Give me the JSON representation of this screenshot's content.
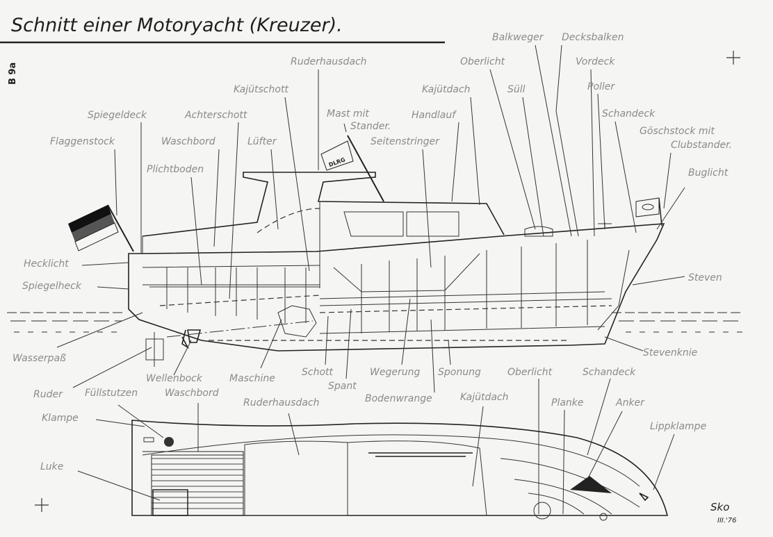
{
  "title": "Schnitt einer Motoryacht (Kreuzer).",
  "sheet_code": "B 9a",
  "flag_badge": "DLRG",
  "signature": "Sko",
  "signature_date": "III.'76",
  "side_view_labels": {
    "ruderhausdach": "Ruderhausdach",
    "kajuetschott": "Kajütschott",
    "spiegeldeck": "Spiegeldeck",
    "achterschott": "Achterschott",
    "mast_1": "Mast mit",
    "mast_2": "Stander.",
    "handlauf": "Handlauf",
    "kajuetdach": "Kajütdach",
    "oberlicht": "Oberlicht",
    "suell": "Süll",
    "balkweger": "Balkweger",
    "decksbalken": "Decksbalken",
    "vordeck": "Vordeck",
    "poller": "Poller",
    "schandeck": "Schandeck",
    "goeschstock_1": "Göschstock mit",
    "goeschstock_2": "Clubstander.",
    "buglicht": "Buglicht",
    "flaggenstock": "Flaggenstock",
    "waschbord": "Waschbord",
    "luefter": "Lüfter",
    "seitenstringer": "Seitenstringer",
    "plichtboden": "Plichtboden",
    "hecklicht": "Hecklicht",
    "spiegelheck": "Spiegelheck",
    "steven": "Steven",
    "wasserpass": "Wasserpaß",
    "stevenknie": "Stevenknie",
    "wellenbock": "Wellenbock",
    "maschine": "Maschine",
    "schott": "Schott",
    "spant": "Spant",
    "wegerung": "Wegerung",
    "sponung": "Sponung",
    "bodenwrange": "Bodenwrange",
    "ruder": "Ruder"
  },
  "plan_view_labels": {
    "oberlicht": "Oberlicht",
    "schandeck": "Schandeck",
    "fuellstutzen": "Füllstutzen",
    "waschbord": "Waschbord",
    "ruderhausdach": "Ruderhausdach",
    "kajuetdach": "Kajütdach",
    "planke": "Planke",
    "anker": "Anker",
    "lippklampe": "Lippklampe",
    "klampe": "Klampe",
    "luke": "Luke"
  }
}
